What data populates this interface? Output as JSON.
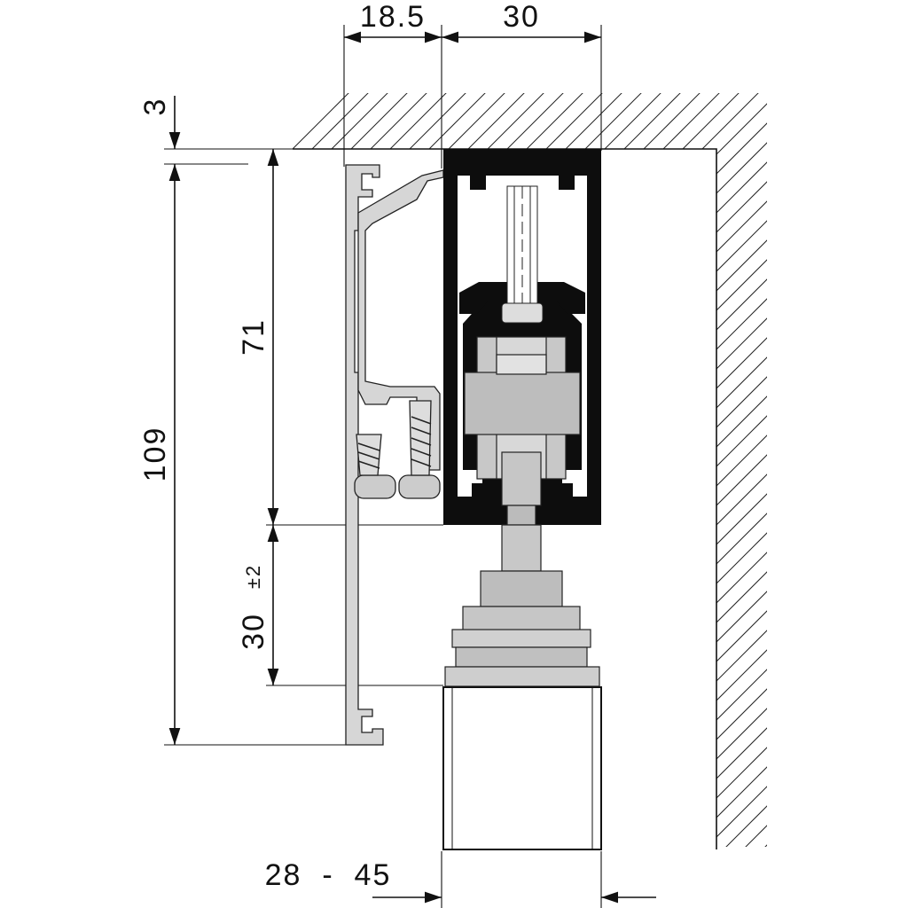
{
  "drawing": {
    "title": "Sliding door track cross-section",
    "dimensions": {
      "top_left": "18.5",
      "top_right": "30",
      "ceiling_gap": "3",
      "total_height": "109",
      "track_height": "71",
      "door_offset": "30",
      "door_offset_tolerance": "±2",
      "door_thickness_range": "28  -  45"
    },
    "colors": {
      "line": "#111111",
      "track": "#0d0d0d",
      "profile": "#d4d4d4",
      "hardware": "#c4c4c4"
    }
  }
}
